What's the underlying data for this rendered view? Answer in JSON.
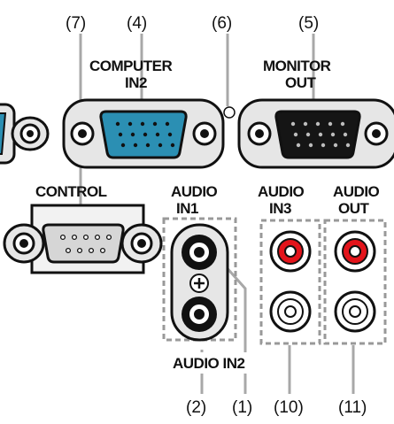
{
  "callouts": {
    "c7": "(7)",
    "c4": "(4)",
    "c6": "(6)",
    "c5": "(5)",
    "c2": "(2)",
    "c1": "(1)",
    "c10": "(10)",
    "c11": "(11)"
  },
  "labels": {
    "computer_in2_line1": "COMPUTER",
    "computer_in2_line2": "IN2",
    "monitor_out_line1": "MONITOR",
    "monitor_out_line2": "OUT",
    "control": "CONTROL",
    "audio_in1_line1": "AUDIO",
    "audio_in1_line2": "IN1",
    "audio_in3_line1": "AUDIO",
    "audio_in3_line2": "IN3",
    "audio_out_line1": "AUDIO",
    "audio_out_line2": "OUT",
    "audio_in2": "AUDIO IN2"
  },
  "colors": {
    "computer_in_blue": "#2b8fb3",
    "monitor_out_black": "#151515",
    "audio_red": "#e3141b",
    "panel_gray": "#d9d9d9",
    "dashed_gray": "#999999"
  }
}
